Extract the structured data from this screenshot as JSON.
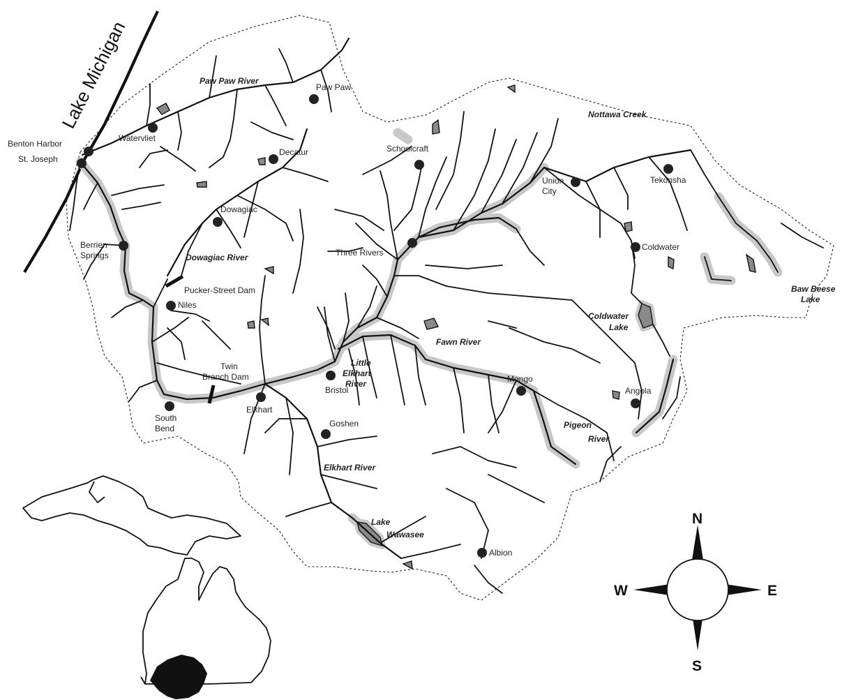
{
  "lake_label": "Lake Michigan",
  "rivers": {
    "paw_paw": "Paw Paw River",
    "dowagiac": "Dowagiac River",
    "nottawa": "Nottawa Creek",
    "fawn": "Fawn River",
    "little_elkhart_1": "Little",
    "little_elkhart_2": "Elkhart",
    "little_elkhart_3": "River",
    "elkhart": "Elkhart River",
    "pigeon_1": "Pigeon",
    "pigeon_2": "River"
  },
  "lakes": {
    "coldwater_1": "Coldwater",
    "coldwater_2": "Lake",
    "wawasee_1": "Lake",
    "wawasee_2": "Wawasee",
    "baw_beese_1": "Baw Beese",
    "baw_beese_2": "Lake"
  },
  "dams": {
    "pucker": "Pucker-Street Dam",
    "twin_1": "Twin",
    "twin_2": "Branch Dam"
  },
  "towns": {
    "benton_harbor": "Benton Harbor",
    "st_joseph": "St. Joseph",
    "watervliet": "Watervliet",
    "paw_paw": "Paw Paw",
    "decatur": "Decatur",
    "schoolcraft": "Schoolcraft",
    "union_city_1": "Union",
    "union_city_2": "City",
    "tekonsha": "Tekonsha",
    "dowagiac": "Dowagiac",
    "berrien_1": "Berrien",
    "berrien_2": "Springs",
    "three_rivers": "Three Rivers",
    "coldwater": "Coldwater",
    "niles": "Niles",
    "south_bend_1": "South",
    "south_bend_2": "Bend",
    "elkhart": "Elkhart",
    "bristol": "Bristol",
    "goshen": "Goshen",
    "mongo": "Mongo",
    "angola": "Angola",
    "albion": "Albion"
  },
  "compass": {
    "n": "N",
    "s": "S",
    "e": "E",
    "w": "W"
  },
  "colors": {
    "water_shading": "#c8c8c8",
    "lake_fill": "#8a8a8a",
    "ink": "#111111"
  }
}
